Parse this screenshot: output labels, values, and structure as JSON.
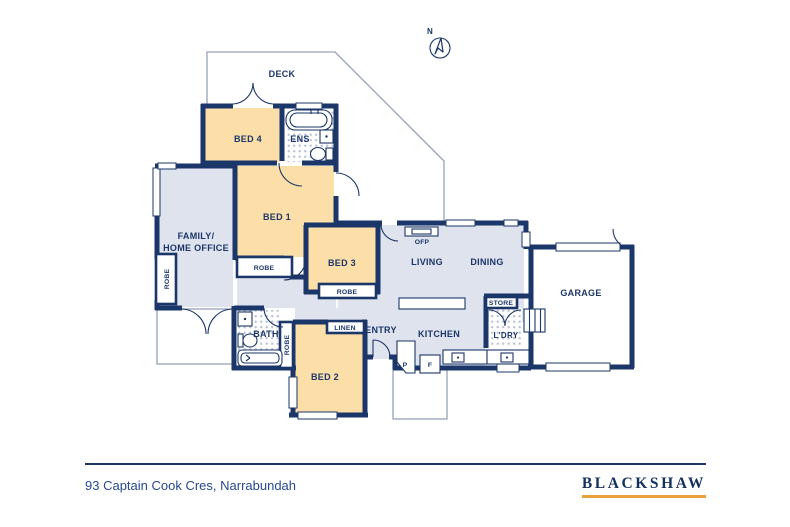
{
  "footer": {
    "address": "93 Captain Cook Cres, Narrabundah",
    "brand": "BLACKSHAW"
  },
  "compass": {
    "north": "N"
  },
  "labels": {
    "deck": "DECK",
    "bed4": "BED 4",
    "ens": "ENS",
    "bed1": "BED 1",
    "family1": "FAMILY/",
    "family2": "HOME OFFICE",
    "robe": "ROBE",
    "bed3": "BED 3",
    "living": "LIVING",
    "dining": "DINING",
    "ofp": "OFP",
    "garage": "GARAGE",
    "store": "STORE",
    "ldry": "L'DRY",
    "kitchen": "KITCHEN",
    "entry": "ENTRY",
    "linen": "LINEN",
    "bath": "BATH",
    "bed2": "BED 2",
    "pantry": "P",
    "fridge": "F"
  },
  "colors": {
    "wall": "#1b3668",
    "bedroom_fill": "#fcdfa8",
    "living_fill": "#dfe3ee",
    "outline": "#96a2ba",
    "brand_underline": "#e9a23b",
    "address_text": "#27498f"
  }
}
